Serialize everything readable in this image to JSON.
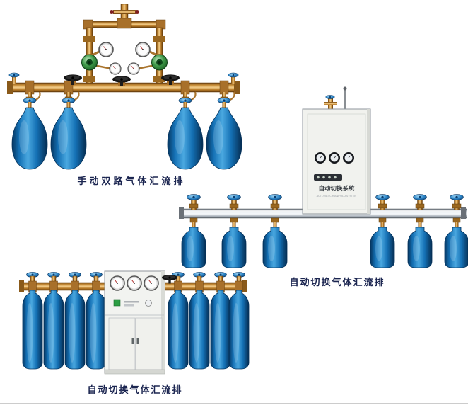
{
  "page": {
    "background": "#ffffff",
    "bottom_rule_color": "#cccccc"
  },
  "figures": {
    "manual_dual": {
      "caption": "手动双路气体汇流排",
      "cylinder_count": 4
    },
    "auto_switch_right": {
      "caption": "自动切换气体汇流排",
      "cabinet_title": "自动切换系统",
      "cabinet_subtitle": "AUTOMATIC MANIFOLD SYSTEM",
      "cylinder_count": 6
    },
    "auto_switch_bottom": {
      "caption": "自动切换气体汇流排",
      "cylinder_count": 8
    }
  },
  "colors": {
    "caption_text": "#1b2550",
    "cylinder_blue": "#1470b4",
    "brass": "#c9923d",
    "steel_pipe": "#dde3e9",
    "regulator_green": "#3f9a4a",
    "cabinet_body": "#f1f2ee",
    "handwheel_blue": "#2e86c8",
    "handwheel_black": "#141414"
  },
  "icons": {
    "gas_cylinder": "bottle-silhouette",
    "handwheel": "ellipse-wheel",
    "pressure_gauge": "round-dial",
    "regulator": "green-disc"
  }
}
